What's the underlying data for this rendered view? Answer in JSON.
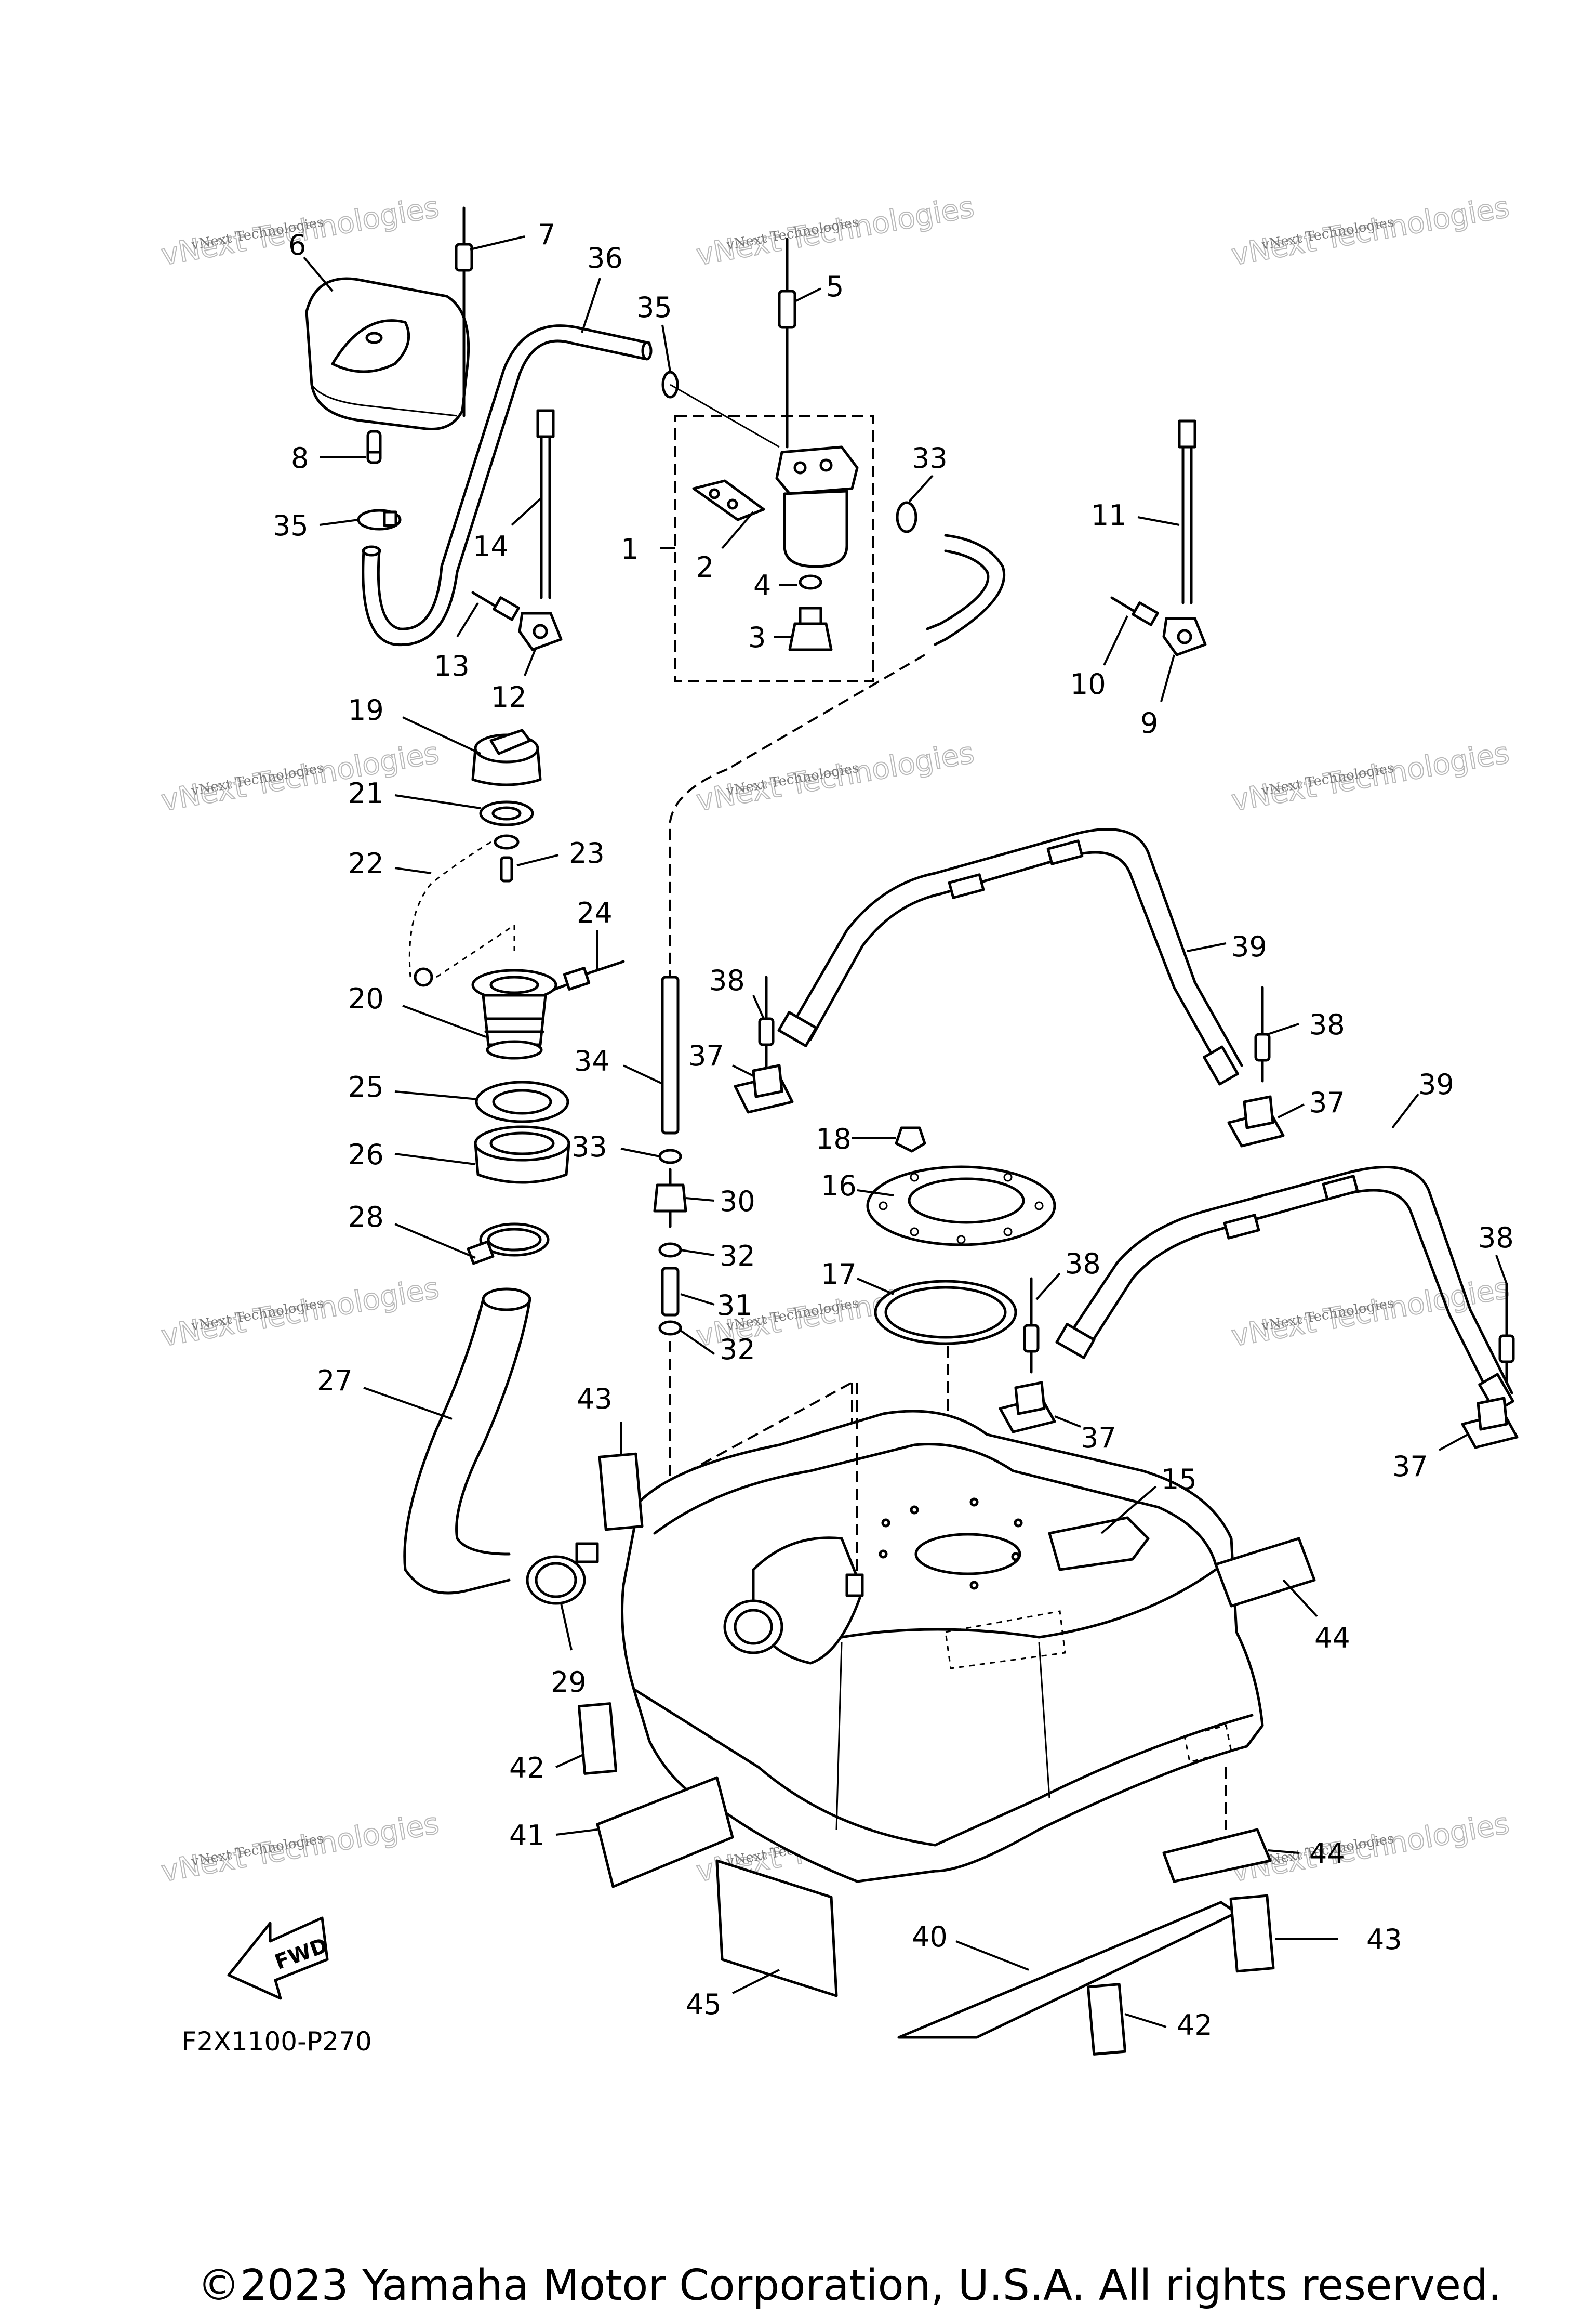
{
  "diagram_code": "F2X1100-P270",
  "copyright": "©2023 Yamaha Motor Corporation, U.S.A. All rights reserved.",
  "fwd_label": "FWD",
  "watermark": {
    "line1": "vNext Technologies",
    "line2": "vNext Technologies"
  },
  "callouts": [
    "1",
    "2",
    "3",
    "4",
    "5",
    "6",
    "7",
    "8",
    "9",
    "10",
    "11",
    "12",
    "13",
    "14",
    "15",
    "16",
    "17",
    "18",
    "19",
    "20",
    "21",
    "22",
    "23",
    "24",
    "25",
    "26",
    "27",
    "28",
    "29",
    "30",
    "31",
    "32",
    "32",
    "33",
    "33",
    "34",
    "35",
    "35",
    "36",
    "37",
    "37",
    "37",
    "37",
    "38",
    "38",
    "38",
    "38",
    "39",
    "39",
    "40",
    "41",
    "42",
    "42",
    "43",
    "43",
    "44",
    "44",
    "45"
  ]
}
